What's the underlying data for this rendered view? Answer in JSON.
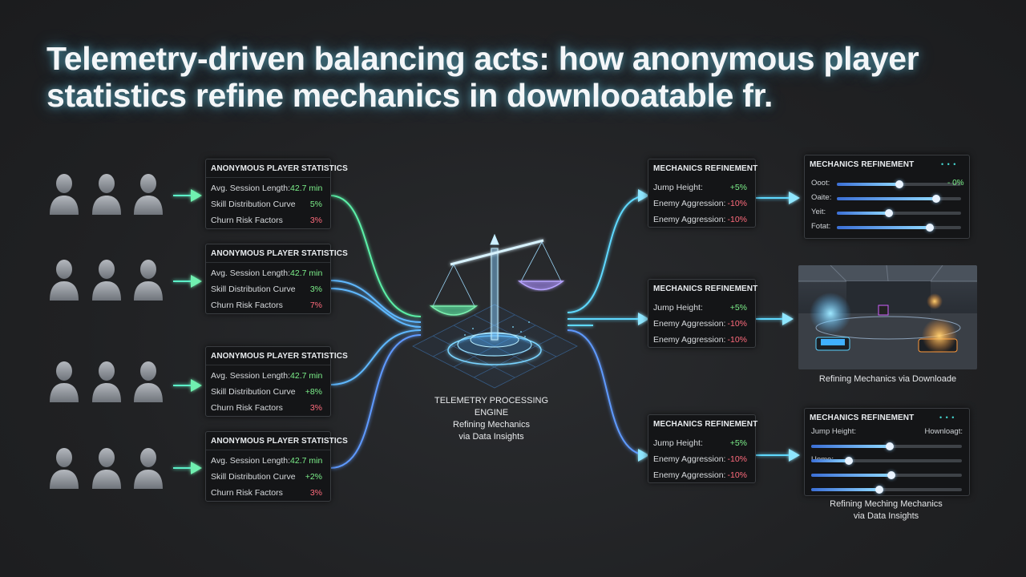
{
  "title": "Telemetry-driven balancing acts: how anonymous player statistics refine mechanics in downlooatable fr.",
  "stat_panels": [
    {
      "title": "ANONYMOUS PLAYER STATISTICS",
      "rows": [
        {
          "label": "Avg. Session Length:",
          "value": "42.7 min",
          "tone": "g"
        },
        {
          "label": "Skill Distribution Curve",
          "value": "5%",
          "tone": "g"
        },
        {
          "label": "Churn Risk Factors",
          "value": "3%",
          "tone": "r"
        }
      ]
    },
    {
      "title": "ANONYMOUS PLAYER STATISTICS",
      "rows": [
        {
          "label": "Avg. Session Length:",
          "value": "42.7 min",
          "tone": "g"
        },
        {
          "label": "Skill Distribution Curve",
          "value": "3%",
          "tone": "g"
        },
        {
          "label": "Churn Risk Factors",
          "value": "7%",
          "tone": "r"
        }
      ]
    },
    {
      "title": "ANONYMOUS PLAYER STATISTICS",
      "rows": [
        {
          "label": "Avg. Session Length:",
          "value": "42.7 min",
          "tone": "g"
        },
        {
          "label": "Skill Distribution Curve",
          "value": "+8%",
          "tone": "g"
        },
        {
          "label": "Churn Risk Factors",
          "value": "3%",
          "tone": "r"
        }
      ]
    },
    {
      "title": "ANONYMOUS PLAYER STATISTICS",
      "rows": [
        {
          "label": "Avg. Session Length:",
          "value": "42.7 min",
          "tone": "g"
        },
        {
          "label": "Skill Distribution Curve",
          "value": "+2%",
          "tone": "g"
        },
        {
          "label": "Churn Risk Factors",
          "value": "3%",
          "tone": "r"
        }
      ]
    }
  ],
  "engine": {
    "line1": "TELEMETRY PROCESSING ENGINE",
    "line2": "Refining Mechanics",
    "line3": "via Data Insights"
  },
  "mech_panels": [
    {
      "title": "MECHANICS REFINEMENT",
      "rows": [
        {
          "label": "Jump Height:",
          "value": "+5%",
          "tone": "g"
        },
        {
          "label": "Enemy Aggression:",
          "value": "-10%",
          "tone": "r"
        },
        {
          "label": "Enemy Aggression:",
          "value": "-10%",
          "tone": "r"
        }
      ]
    },
    {
      "title": "MECHANICS REFINEMENT",
      "rows": [
        {
          "label": "Jump Height:",
          "value": "+5%",
          "tone": "g"
        },
        {
          "label": "Enemy Aggression:",
          "value": "-10%",
          "tone": "r"
        },
        {
          "label": "Enemy Aggression:",
          "value": "-10%",
          "tone": "r"
        }
      ]
    },
    {
      "title": "MECHANICS REFINEMENT",
      "rows": [
        {
          "label": "Jump Height:",
          "value": "+5%",
          "tone": "g"
        },
        {
          "label": "Enemy Aggression:",
          "value": "-10%",
          "tone": "r"
        },
        {
          "label": "Enemy Aggression:",
          "value": "-10%",
          "tone": "r"
        }
      ]
    }
  ],
  "slider_panel_top": {
    "title": "MECHANICS REFINEMENT",
    "dots": "• • •",
    "value_right": "- 0%",
    "sliders": [
      {
        "label": "Ooot:",
        "level": 0.5
      },
      {
        "label": "Oaite:",
        "level": 0.8
      },
      {
        "label": "Yeit:",
        "level": 0.42
      },
      {
        "label": "Fotat:",
        "level": 0.75
      }
    ]
  },
  "scene_caption": "Refining Mechanics via Downloade",
  "slider_panel_bottom": {
    "title": "MECHANICS REFINEMENT",
    "dots": "• • •",
    "left_label": "Jump Height:",
    "right_label": "Hownloagt:",
    "sliders": [
      {
        "label": "",
        "level": 0.52
      },
      {
        "label": "Uome:",
        "level": 0.25
      },
      {
        "label": "",
        "level": 0.53
      },
      {
        "label": "",
        "level": 0.45
      }
    ]
  },
  "bottom_caption": {
    "line1": "Refining Meching Mechanics",
    "line2": "via Data Insights"
  },
  "colors": {
    "accent_green": "#7cf08a",
    "accent_red": "#ff6b7c",
    "wire_cyan": "#5fd9ff",
    "wire_green": "#5cf0a8"
  }
}
